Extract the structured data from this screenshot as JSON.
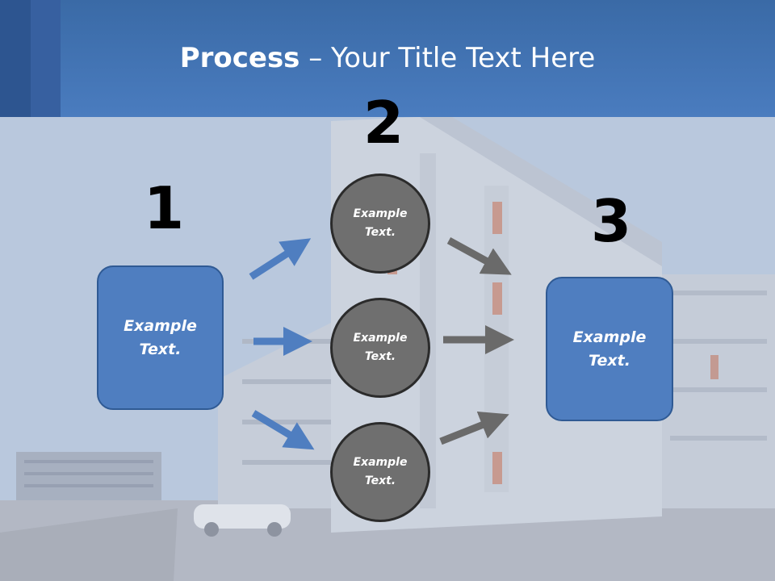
{
  "slide": {
    "title_bold": "Process",
    "title_rest": " – Your Title Text Here"
  },
  "steps": {
    "one": {
      "number": "1",
      "text_line1": "Example",
      "text_line2": "Text."
    },
    "two": {
      "number": "2"
    },
    "three": {
      "number": "3",
      "text_line1": "Example",
      "text_line2": "Text."
    }
  },
  "circles": [
    {
      "line1": "Example",
      "line2": "Text."
    },
    {
      "line1": "Example",
      "line2": "Text."
    },
    {
      "line1": "Example",
      "line2": "Text."
    }
  ],
  "colors": {
    "header": "#4a7cbf",
    "box_fill": "#4f7ec0",
    "circle_fill": "#6f6f6f",
    "blue_arrow": "#4f7ec0",
    "gray_arrow": "#6a6a6a"
  }
}
